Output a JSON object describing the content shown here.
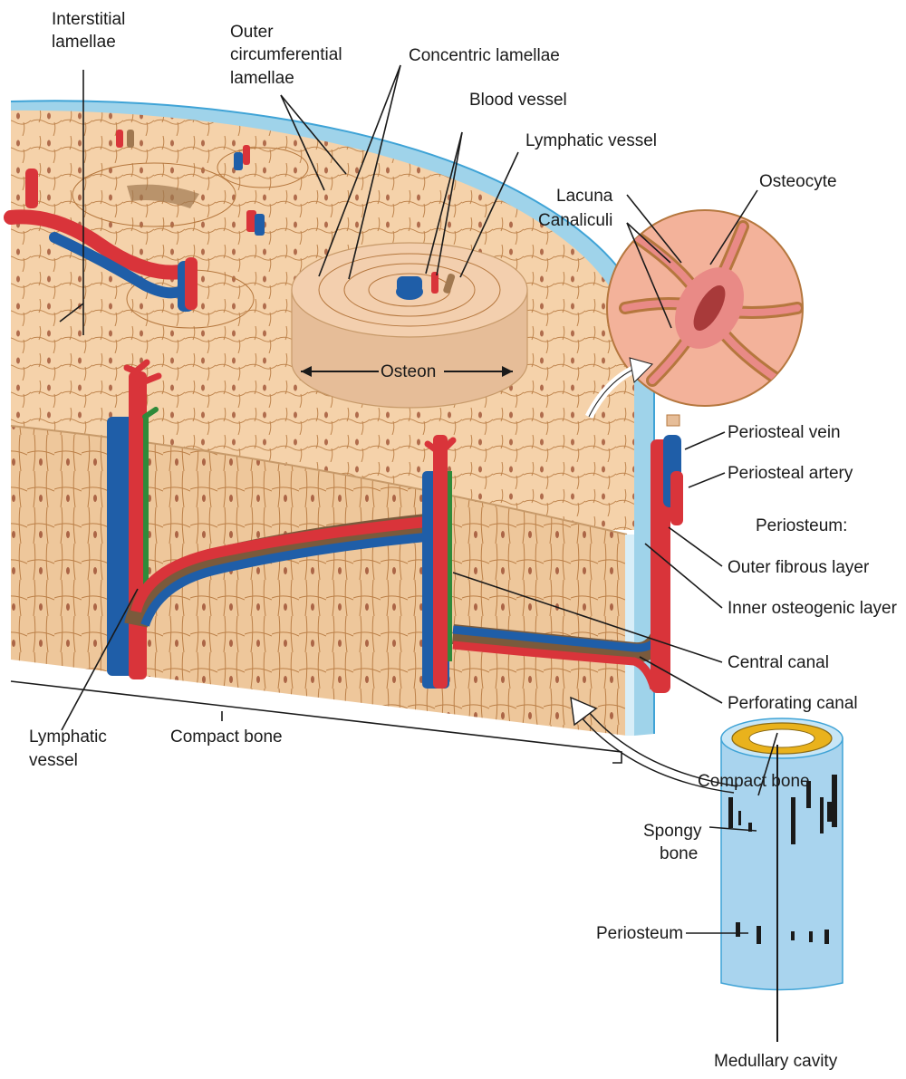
{
  "labels": {
    "interstitial_lamellae": [
      "Interstitial",
      "lamellae"
    ],
    "outer_circumferential_lamellae": [
      "Outer",
      "circumferential",
      "lamellae"
    ],
    "concentric_lamellae": "Concentric lamellae",
    "blood_vessel": "Blood vessel",
    "lymphatic_vessel_top": "Lymphatic vessel",
    "lacuna": "Lacuna",
    "canaliculi": "Canaliculi",
    "osteocyte": "Osteocyte",
    "osteon": "Osteon",
    "periosteal_vein": "Periosteal vein",
    "periosteal_artery": "Periosteal artery",
    "periosteum_heading": "Periosteum:",
    "outer_fibrous_layer": "Outer fibrous layer",
    "inner_osteogenic_layer": "Inner osteogenic layer",
    "central_canal": "Central canal",
    "perforating_canal": "Perforating canal",
    "lymphatic_vessel_bottom": [
      "Lymphatic",
      "vessel"
    ],
    "compact_bone_main": "Compact bone",
    "compact_bone_inset": "Compact bone",
    "spongy_bone": [
      "Spongy",
      "bone"
    ],
    "periosteum_inset": "Periosteum",
    "medullary_cavity": "Medullary cavity"
  },
  "colors": {
    "bone_top": "#f5d2aa",
    "bone_side": "#eec79b",
    "canal_lines": "#b5773e",
    "artery": "#d9343a",
    "vein": "#1f5ea8",
    "lymphatic": "#2f8a3a",
    "periosteum": "#9fd3ea",
    "osteocyte_bg": "#f3b29a",
    "spongy": "#e9b21c",
    "inset_bone": "#a9d4ee"
  }
}
